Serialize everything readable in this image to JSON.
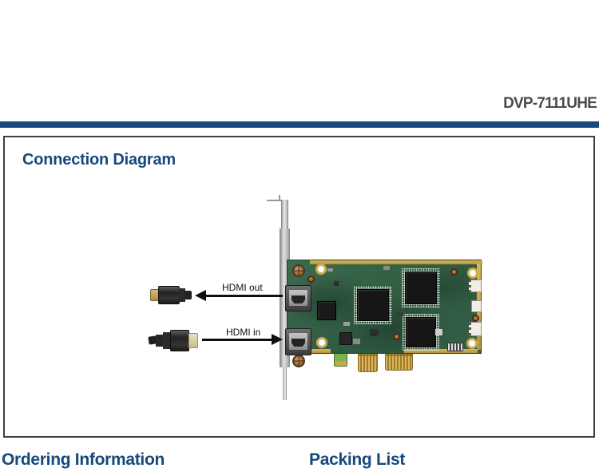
{
  "header": {
    "model": "DVP-7111UHE"
  },
  "connection_diagram": {
    "title": "Connection Diagram",
    "hdmi_out_label": "HDMI out",
    "hdmi_in_label": "HDMI in"
  },
  "footer_sections": {
    "ordering_information": "Ordering Information",
    "packing_list": "Packing List"
  },
  "colors": {
    "heading_blue": "#15487d",
    "divider_blue": "#17497e",
    "model_gray": "#4a4a4a",
    "pcb_green": "#335f46",
    "gold": "#c9a94e",
    "bracket_silver": "#cfcfcf"
  }
}
